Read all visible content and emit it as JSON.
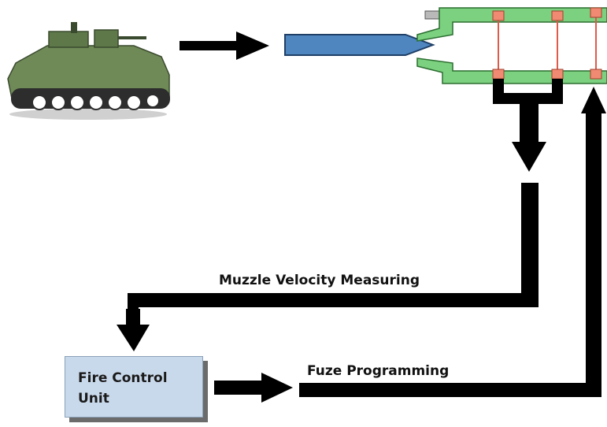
{
  "labels": {
    "muzzle_velocity": "Muzzle Velocity Measuring",
    "fuze_programming": "Fuze Programming"
  },
  "fire_control_unit": {
    "line1": "Fire Control",
    "line2": "Unit"
  },
  "colors": {
    "vehicle": "#6f8a57",
    "vehicle_dark": "#3a4a2e",
    "projectile": "#4f86c0",
    "barrel": "#7bd17f",
    "sensor": "#f08a72",
    "sensor_line": "#e05a4a",
    "box_fill": "#c9d9ec",
    "arrow": "#000000"
  },
  "icons": [
    "armored-vehicle-icon",
    "projectile-icon",
    "gun-barrel-icon"
  ]
}
